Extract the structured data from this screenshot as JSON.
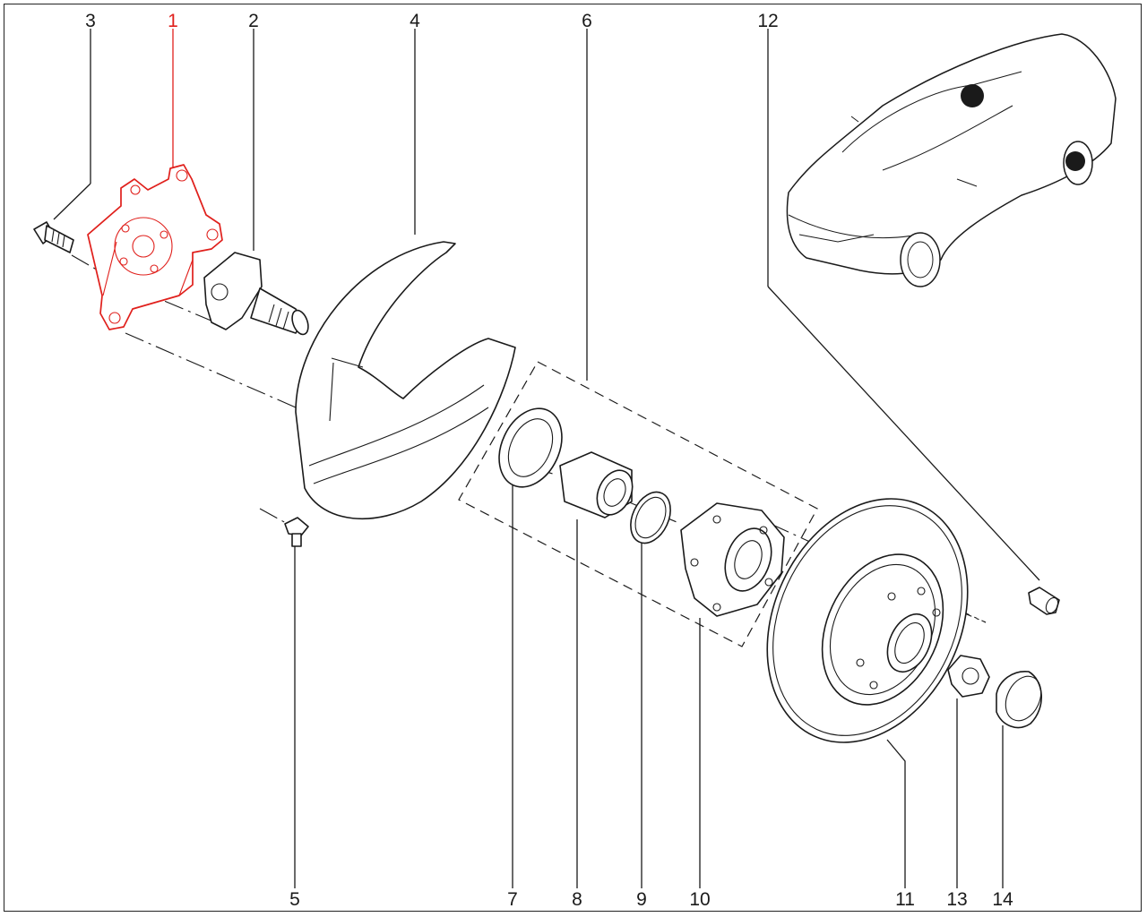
{
  "diagram": {
    "selected_part": "1",
    "accent_color": "#e0201c",
    "line_color": "#1a1a1a",
    "callouts": {
      "c1": "1",
      "c2": "2",
      "c3": "3",
      "c4": "4",
      "c5": "5",
      "c6": "6",
      "c7": "7",
      "c8": "8",
      "c9": "9",
      "c10": "10",
      "c11": "11",
      "c12": "12",
      "c13": "13",
      "c14": "14"
    }
  }
}
